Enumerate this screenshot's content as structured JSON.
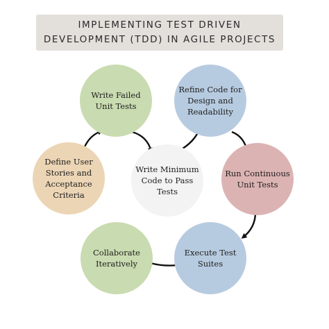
{
  "title": {
    "line1": "IMPLEMENTING TEST DRIVEN",
    "line2": "DEVELOPMENT (TDD) IN AGILE PROJECTS"
  },
  "steps": [
    {
      "lines": [
        "Write Failed",
        "Unit Tests"
      ],
      "color": "#c9dbb0"
    },
    {
      "lines": [
        "Refine Code for",
        "Design and",
        "Readability"
      ],
      "color": "#b7cbe0"
    },
    {
      "lines": [
        "Define User",
        "Stories and",
        "Acceptance",
        "Criteria"
      ],
      "color": "#ecd5b5"
    },
    {
      "lines": [
        "Write Minimum",
        "Code to Pass",
        "Tests"
      ],
      "color": "#f3f3f3"
    },
    {
      "lines": [
        "Run Continuous",
        "Unit Tests"
      ],
      "color": "#dcb3b3"
    },
    {
      "lines": [
        "Collaborate",
        "Iteratively"
      ],
      "color": "#c9dbb0"
    },
    {
      "lines": [
        "Execute Test",
        "Suites"
      ],
      "color": "#b7cbe0"
    }
  ]
}
